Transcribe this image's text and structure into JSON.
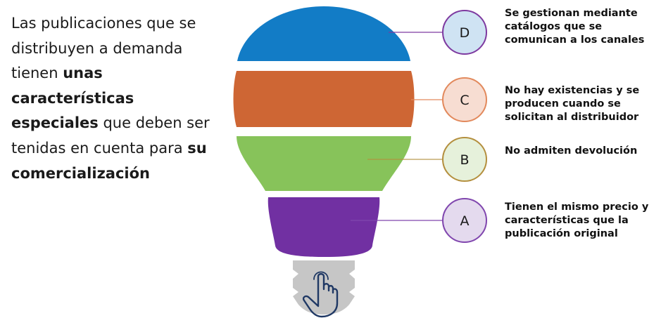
{
  "intro": {
    "part1": "Las publicaciones que se distribuyen a demanda tienen ",
    "bold1": "unas características especiales",
    "part2": " que deben ser tenidas en cuenta para ",
    "bold2": "su comercialización"
  },
  "items": [
    {
      "letter": "D",
      "description": "Se gestionan mediante catálogos que se comunican a los canales",
      "color": "#127CC6",
      "circle_fill": "#CFE3F3",
      "circle_stroke": "#7E3AA0"
    },
    {
      "letter": "C",
      "description": "No hay existencias y se producen cuando se solicitan al distribuidor",
      "color": "#CE6634",
      "circle_fill": "#F7DDD2",
      "circle_stroke": "#E2895C"
    },
    {
      "letter": "B",
      "description": "No admiten devolución",
      "color": "#87C35A",
      "circle_fill": "#E6F1DB",
      "circle_stroke": "#B48F3E"
    },
    {
      "letter": "A",
      "description": "Tienen el mismo precio y características que la publicación original",
      "color": "#7130A2",
      "circle_fill": "#E4DAEE",
      "circle_stroke": "#8046AE"
    }
  ],
  "colors": {
    "bulb_base": "#C6C6C6",
    "hand_stroke": "#1F3864"
  },
  "icons": {
    "pointer": "hand-pointer-icon"
  }
}
